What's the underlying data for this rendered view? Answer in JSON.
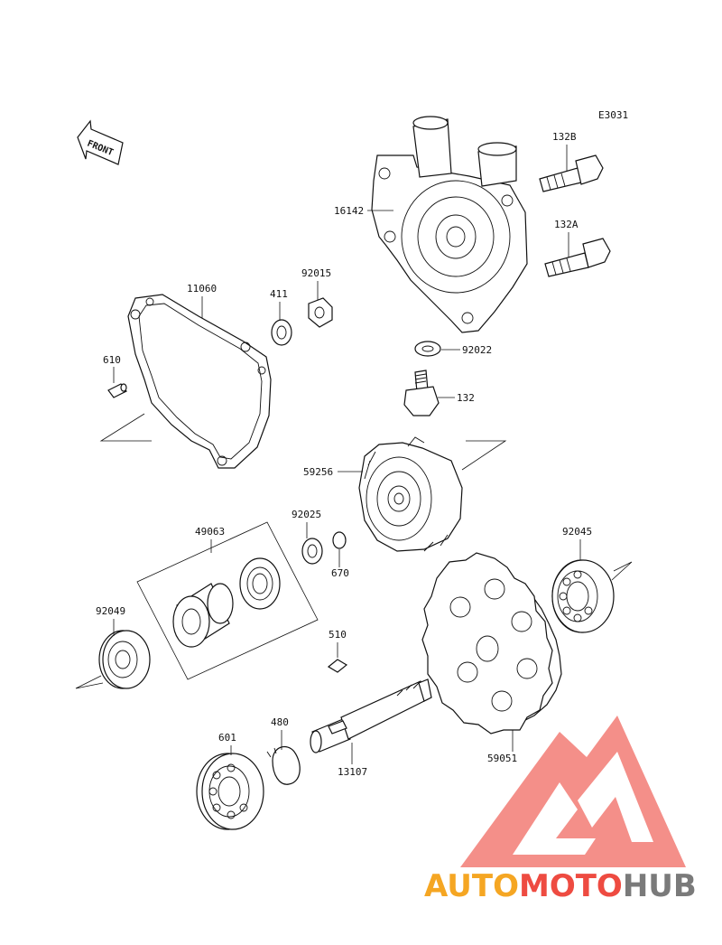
{
  "diagram": {
    "code": "E3031",
    "front_arrow_text": "FRONT",
    "callouts": [
      {
        "id": "c-16142",
        "text": "16142"
      },
      {
        "id": "c-132b",
        "text": "132B"
      },
      {
        "id": "c-132a",
        "text": "132A"
      },
      {
        "id": "c-11060",
        "text": "11060"
      },
      {
        "id": "c-411",
        "text": "411"
      },
      {
        "id": "c-92015",
        "text": "92015"
      },
      {
        "id": "c-610",
        "text": "610"
      },
      {
        "id": "c-92022",
        "text": "92022"
      },
      {
        "id": "c-132",
        "text": "132"
      },
      {
        "id": "c-59256",
        "text": "59256"
      },
      {
        "id": "c-49063",
        "text": "49063"
      },
      {
        "id": "c-92025",
        "text": "92025"
      },
      {
        "id": "c-670",
        "text": "670"
      },
      {
        "id": "c-92045",
        "text": "92045"
      },
      {
        "id": "c-92049",
        "text": "92049"
      },
      {
        "id": "c-510",
        "text": "510"
      },
      {
        "id": "c-601",
        "text": "601"
      },
      {
        "id": "c-480",
        "text": "480"
      },
      {
        "id": "c-13107",
        "text": "13107"
      },
      {
        "id": "c-59051",
        "text": "59051"
      }
    ]
  },
  "watermark": {
    "brand_part1": "AUTO",
    "brand_part2": "MOTO",
    "brand_part3": "HUB",
    "color_orange": "#f5a623",
    "color_red": "#ee4b41",
    "color_gray": "#7a7a7a"
  }
}
